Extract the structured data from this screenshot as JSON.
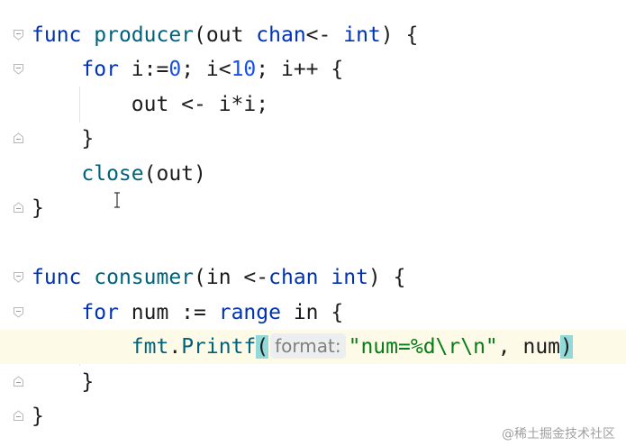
{
  "editor": {
    "lines": [
      {
        "id": "l1",
        "tokens": [
          {
            "t": "func",
            "c": "kw"
          },
          {
            "t": " "
          },
          {
            "t": "producer",
            "c": "fn"
          },
          {
            "t": "(out "
          },
          {
            "t": "chan",
            "c": "kw"
          },
          {
            "t": "<- "
          },
          {
            "t": "int",
            "c": "kw"
          },
          {
            "t": ") {"
          }
        ]
      },
      {
        "id": "l2",
        "tokens": [
          {
            "t": "    "
          },
          {
            "t": "for",
            "c": "kw"
          },
          {
            "t": " i:="
          },
          {
            "t": "0",
            "c": "num"
          },
          {
            "t": "; i<"
          },
          {
            "t": "10",
            "c": "num"
          },
          {
            "t": "; i++ {"
          }
        ]
      },
      {
        "id": "l3",
        "tokens": [
          {
            "t": "        out <- i*i;"
          }
        ]
      },
      {
        "id": "l4",
        "tokens": [
          {
            "t": "    }"
          }
        ]
      },
      {
        "id": "l5",
        "tokens": [
          {
            "t": "    "
          },
          {
            "t": "close",
            "c": "fn"
          },
          {
            "t": "(out)"
          }
        ]
      },
      {
        "id": "l6",
        "tokens": [
          {
            "t": "}"
          }
        ]
      },
      {
        "id": "l7",
        "tokens": []
      },
      {
        "id": "l8",
        "tokens": [
          {
            "t": "func",
            "c": "kw"
          },
          {
            "t": " "
          },
          {
            "t": "consumer",
            "c": "fn"
          },
          {
            "t": "(in <-"
          },
          {
            "t": "chan",
            "c": "kw"
          },
          {
            "t": " "
          },
          {
            "t": "int",
            "c": "kw"
          },
          {
            "t": ") {"
          }
        ]
      },
      {
        "id": "l9",
        "tokens": [
          {
            "t": "    "
          },
          {
            "t": "for",
            "c": "kw"
          },
          {
            "t": " num := "
          },
          {
            "t": "range",
            "c": "kw"
          },
          {
            "t": " in {"
          }
        ]
      },
      {
        "id": "l10",
        "tokens": [
          {
            "t": "        "
          },
          {
            "t": "fmt",
            "c": "fn"
          },
          {
            "t": ".",
            "c": "sym"
          },
          {
            "t": "Printf",
            "c": "fn"
          },
          {
            "t": "(",
            "c": "paren-hl"
          },
          {
            "t": "format:",
            "c": "hint"
          },
          {
            "t": "\"num=%d\\r\\n\"",
            "c": "str"
          },
          {
            "t": ", num"
          },
          {
            "t": ")",
            "c": "paren-hl"
          }
        ]
      },
      {
        "id": "l11",
        "tokens": [
          {
            "t": "    }"
          }
        ]
      },
      {
        "id": "l12",
        "tokens": [
          {
            "t": "}"
          }
        ]
      }
    ]
  },
  "watermark": "@稀土掘金技术社区"
}
